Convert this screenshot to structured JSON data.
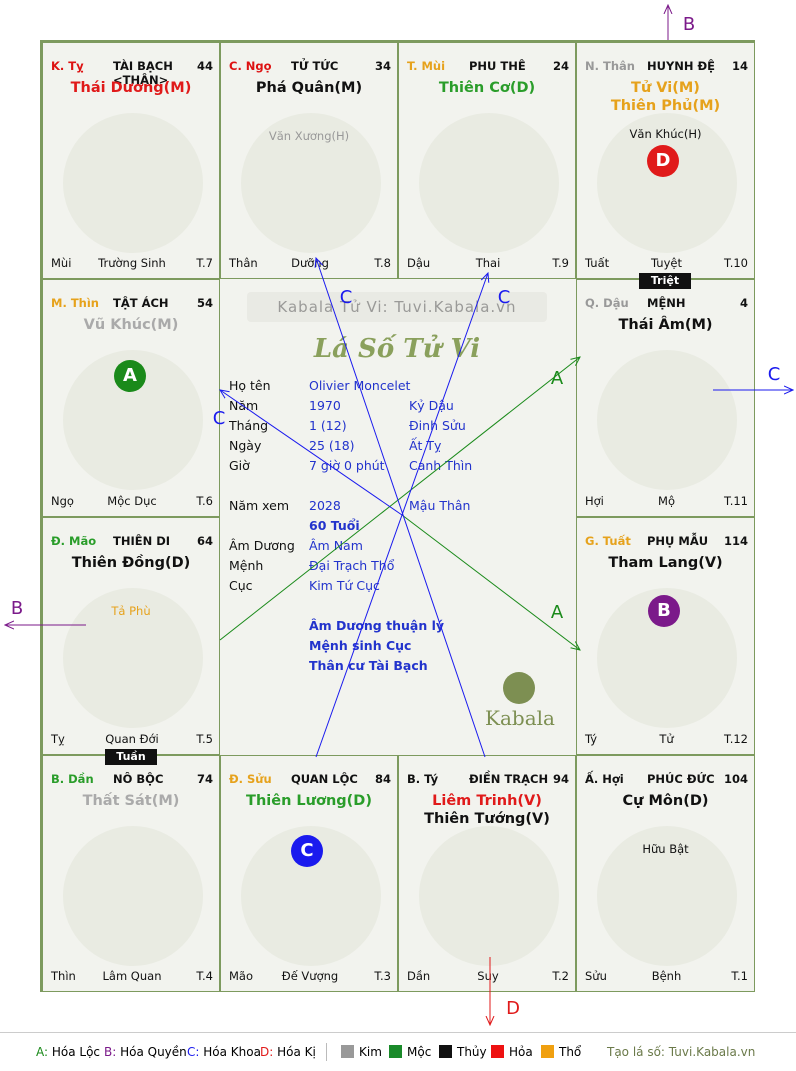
{
  "houses": [
    {
      "branch": "K. Tỵ",
      "branch_color": "#dd1111",
      "name": "TÀI BẠCH <THÂN>",
      "age": "44",
      "major": [
        {
          "t": "Thái Dương(M)",
          "c": "#e01a1a"
        }
      ],
      "minor": [],
      "f1": "Mùi",
      "f2": "Trường Sinh",
      "f3": "T.7"
    },
    {
      "branch": "C. Ngọ",
      "branch_color": "#dd1111",
      "name": "TỬ TỨC",
      "age": "34",
      "major": [
        {
          "t": "Phá Quân(M)",
          "c": "#111111"
        }
      ],
      "minor": [
        {
          "t": "Văn Xương(H)",
          "c": "#999999"
        }
      ],
      "f1": "Thân",
      "f2": "Dưỡng",
      "f3": "T.8"
    },
    {
      "branch": "T. Mùi",
      "branch_color": "#e6a21c",
      "name": "PHU THÊ",
      "age": "24",
      "major": [
        {
          "t": "Thiên Cơ(D)",
          "c": "#2a9d2a"
        }
      ],
      "minor": [],
      "f1": "Dậu",
      "f2": "Thai",
      "f3": "T.9"
    },
    {
      "branch": "N. Thân",
      "branch_color": "#999999",
      "name": "HUYNH ĐỆ",
      "age": "14",
      "major": [
        {
          "t": "Tử Vi(M)",
          "c": "#e6a21c"
        },
        {
          "t": "Thiên Phủ(M)",
          "c": "#e6a21c"
        }
      ],
      "minor": [
        {
          "t": "Văn Khúc(H)",
          "c": "#111111"
        }
      ],
      "f1": "Tuất",
      "f2": "Tuyệt",
      "f3": "T.10"
    },
    {
      "branch": "Q. Dậu",
      "branch_color": "#999999",
      "name": "MỆNH",
      "age": "4",
      "major": [
        {
          "t": "Thái Âm(M)",
          "c": "#111111"
        }
      ],
      "minor": [],
      "f1": "Hợi",
      "f2": "Mộ",
      "f3": "T.11"
    },
    {
      "branch": "G. Tuất",
      "branch_color": "#e6a21c",
      "name": "PHỤ MẪU",
      "age": "114",
      "major": [
        {
          "t": "Tham Lang(V)",
          "c": "#111111"
        }
      ],
      "minor": [],
      "f1": "Tý",
      "f2": "Tử",
      "f3": "T.12"
    },
    {
      "branch": "Ấ. Hợi",
      "branch_color": "#111111",
      "name": "PHÚC ĐỨC",
      "age": "104",
      "major": [
        {
          "t": "Cự Môn(D)",
          "c": "#111111"
        }
      ],
      "minor": [
        {
          "t": "Hữu Bật",
          "c": "#111111"
        }
      ],
      "f1": "Sửu",
      "f2": "Bệnh",
      "f3": "T.1"
    },
    {
      "branch": "B. Tý",
      "branch_color": "#111111",
      "name": "ĐIỀN TRẠCH",
      "age": "94",
      "major": [
        {
          "t": "Liêm Trinh(V)",
          "c": "#e01a1a"
        },
        {
          "t": "Thiên Tướng(V)",
          "c": "#111111"
        }
      ],
      "minor": [],
      "f1": "Dần",
      "f2": "Suy",
      "f3": "T.2"
    },
    {
      "branch": "Đ. Sửu",
      "branch_color": "#e6a21c",
      "name": "QUAN LỘC",
      "age": "84",
      "major": [
        {
          "t": "Thiên Lương(D)",
          "c": "#2a9d2a"
        }
      ],
      "minor": [],
      "f1": "Mão",
      "f2": "Đế Vượng",
      "f3": "T.3"
    },
    {
      "branch": "B. Dần",
      "branch_color": "#2a9d2a",
      "name": "NÔ BỘC",
      "age": "74",
      "major": [
        {
          "t": "Thất Sát(M)",
          "c": "#aaaaaa"
        }
      ],
      "minor": [],
      "f1": "Thìn",
      "f2": "Lâm Quan",
      "f3": "T.4"
    },
    {
      "branch": "Đ. Mão",
      "branch_color": "#2a9d2a",
      "name": "THIÊN DI",
      "age": "64",
      "major": [
        {
          "t": "Thiên Đồng(D)",
          "c": "#111111"
        }
      ],
      "minor": [
        {
          "t": "Tả Phù",
          "c": "#e6a21c"
        }
      ],
      "f1": "Tỵ",
      "f2": "Quan Đới",
      "f3": "T.5"
    },
    {
      "branch": "M. Thìn",
      "branch_color": "#e6a21c",
      "name": "TẬT ÁCH",
      "age": "54",
      "major": [
        {
          "t": "Vũ Khúc(M)",
          "c": "#aaaaaa"
        }
      ],
      "minor": [],
      "f1": "Ngọ",
      "f2": "Mộc Dục",
      "f3": "T.6"
    }
  ],
  "circles": [
    {
      "label": "D",
      "color": "#e01a1a"
    },
    {
      "label": "A",
      "color": "#1a8a1a"
    },
    {
      "label": "B",
      "color": "#7b1a8a"
    },
    {
      "label": "C",
      "color": "#1a1aee"
    }
  ],
  "tags": {
    "triet": "Triệt",
    "tuan": "Tuần"
  },
  "center": {
    "watermark": "Kabala Tử Vi: Tuvi.Kabala.vn",
    "title": "Lá Số Tử Vi",
    "rows": [
      {
        "label": "Họ tên",
        "v1": "Olivier Moncelet",
        "v2": ""
      },
      {
        "label": "Năm",
        "v1": "1970",
        "v2": "Kỷ Dậu"
      },
      {
        "label": "Tháng",
        "v1": "1  (12)",
        "v2": "Đinh Sửu"
      },
      {
        "label": "Ngày",
        "v1": "25  (18)",
        "v2": "Ất Tỵ"
      },
      {
        "label": "Giờ",
        "v1": "7 giờ 0 phút",
        "v2": "Canh Thìn"
      },
      {
        "label": "Năm xem",
        "v1": "2028",
        "v2": "Mậu Thân"
      },
      {
        "label": "",
        "v1": "60 Tuổi",
        "v2": ""
      },
      {
        "label": "Âm Dương",
        "v1": "Âm Nam",
        "v2": ""
      },
      {
        "label": "Mệnh",
        "v1": "Đại Trạch Thổ",
        "v2": ""
      },
      {
        "label": "Cục",
        "v1": "Kim Tứ Cục",
        "v2": ""
      }
    ],
    "notes": [
      "Âm Dương thuận lý",
      "Mệnh sinh Cục",
      "Thân cư Tài Bạch"
    ],
    "logo": "Kabala"
  },
  "arrow_labels": {
    "A": "A",
    "B": "B",
    "C": "C",
    "D": "D"
  },
  "legend": {
    "items": [
      {
        "k": "A:",
        "t": "Hóa Lộc",
        "c": "#1a8a1a"
      },
      {
        "k": "B:",
        "t": "Hóa Quyền",
        "c": "#7b1a8a"
      },
      {
        "k": "C:",
        "t": "Hóa Khoa",
        "c": "#1a1aee"
      },
      {
        "k": "D:",
        "t": "Hóa Kị",
        "c": "#e01a1a"
      }
    ],
    "elements": [
      {
        "t": "Kim",
        "c": "#999999"
      },
      {
        "t": "Mộc",
        "c": "#1a8a2a"
      },
      {
        "t": "Thủy",
        "c": "#111111"
      },
      {
        "t": "Hỏa",
        "c": "#ee1111"
      },
      {
        "t": "Thổ",
        "c": "#f0a010"
      }
    ],
    "site": "Tạo lá số: Tuvi.Kabala.vn"
  }
}
